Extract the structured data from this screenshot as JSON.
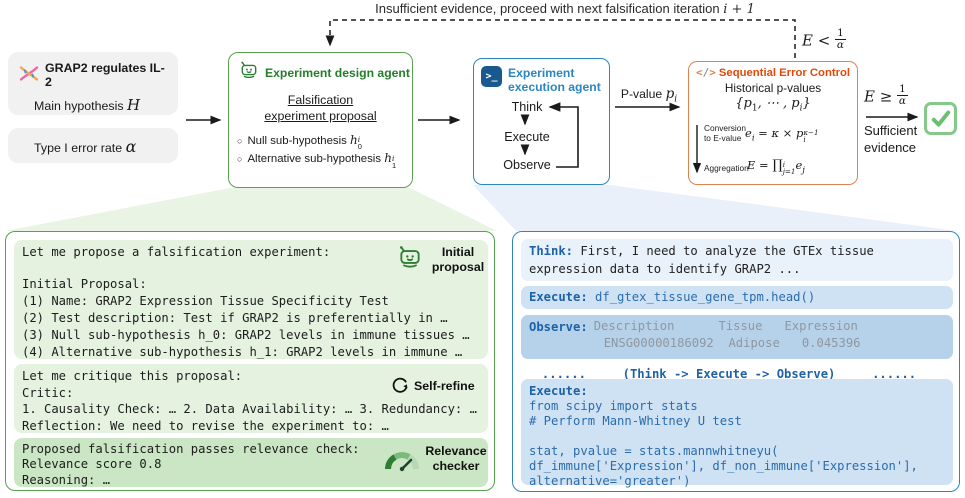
{
  "colors": {
    "green_accent": "#2e7d32",
    "blue_accent": "#2e86c1",
    "orange_accent": "#e24a0b",
    "light_green_bg": "#e6f2e0",
    "light_blue_bg": "#cfe2f4"
  },
  "top": {
    "feedback_text": "Insufficient evidence, proceed with next falsification iteration",
    "feedback_math": "i + 1"
  },
  "inputs": {
    "hypothesis": {
      "title": "GRAP2 regulates IL-2",
      "label": "Main hypothesis",
      "symbol": "H"
    },
    "alpha": {
      "label": "Type I error rate",
      "symbol": "α"
    }
  },
  "design_agent": {
    "title": "Experiment design agent",
    "heading1": "Falsification",
    "heading2": "experiment proposal",
    "bullet_marker": "○",
    "bullet1": {
      "text": "Null sub-hypothesis",
      "base": "h",
      "sup": "i",
      "sub": "0"
    },
    "bullet2": {
      "text": "Alternative sub-hypothesis",
      "base": "h",
      "sup": "i",
      "sub": "1"
    }
  },
  "execution_agent": {
    "title1": "Experiment",
    "title2": "execution agent",
    "terminal": ">_",
    "step1": "Think",
    "step2": "Execute",
    "step3": "Observe"
  },
  "pvalue": {
    "text": "P-value",
    "base": "p",
    "sub": "i"
  },
  "sec": {
    "icon_lt": "<",
    "icon_slash": "/",
    "icon_gt": ">",
    "title": "Sequential Error Control",
    "subtitle": "Historical p-values",
    "set": {
      "open": "{",
      "p1": "p",
      "sub1": "1",
      "dots": ", ⋯ , ",
      "p2": "p",
      "sub2": "i",
      "close": "}"
    },
    "conversion_label1": "Conversion",
    "conversion_label2": "to E-value",
    "conversion": {
      "e": "e",
      "e_sub": "i",
      "mid": " = κ × ",
      "p": "p",
      "p_sup": "κ−1",
      "p_sub": "i"
    },
    "aggregation_label": "Aggregation",
    "aggregation": {
      "lhs": "E",
      "eq": " = ",
      "prod": "∏",
      "sup": "i",
      "sub": "j=1",
      "e": "e",
      "e_sub": "j"
    }
  },
  "e_less": {
    "lhs": "E",
    "op": " < ",
    "num": "1",
    "den": "α"
  },
  "e_geq": {
    "lhs": "E",
    "op": " ≥ ",
    "num": "1",
    "den": "α"
  },
  "sufficient": {
    "line1": "Sufficient",
    "line2": "evidence"
  },
  "design_panel": {
    "proposal": {
      "line1": "Let me propose a falsification experiment:",
      "line2": "Initial Proposal:",
      "line3": "(1) Name: GRAP2 Expression Tissue Specificity Test",
      "line4": "(2) Test description: Test if GRAP2 is preferentially in …",
      "line5": "(3) Null sub-hypothesis h_0: GRAP2 levels in immune tissues …",
      "line6": "(4) Alternative sub-hypothesis h_1: GRAP2 levels in immune …",
      "badge1": "Initial",
      "badge2": "proposal"
    },
    "critique": {
      "line1": "Let me critique this proposal:",
      "line2": "Critic:",
      "line3": "1. Causality Check: … 2. Data Availability: … 3. Redundancy: …",
      "line4": "Reflection: We need to revise the experiment to: …",
      "badge": "Self-refine"
    },
    "relevance": {
      "line1": "Proposed falsification passes relevance check:",
      "line2": "Relevance score 0.8",
      "line3": "Reasoning: …",
      "badge1": "Relevance",
      "badge2": "checker"
    }
  },
  "execution_panel": {
    "think": {
      "label": "Think:",
      "line1": " First, I need to analyze the GTEx tissue",
      "line2": "expression data to identify GRAP2 ..."
    },
    "execute1": {
      "label": "Execute:",
      "code": " df_gtex_tissue_gene_tpm.head()"
    },
    "observe": {
      "label": "Observe:",
      "row1": "Description      Tissue   Expression",
      "row2": "ENSG00000186092  Adipose   0.045396"
    },
    "dots": "......     (Think -> Execute -> Observe)     ......",
    "execute2": {
      "label": "Execute:",
      "line1": "from scipy import stats",
      "line2": "# Perform Mann-Whitney U test",
      "line3": "",
      "line4": "stat, pvalue = stats.mannwhitneyu(",
      "line5": "df_immune['Expression'], df_non_immune['Expression'],",
      "line6": "alternative='greater')"
    }
  }
}
